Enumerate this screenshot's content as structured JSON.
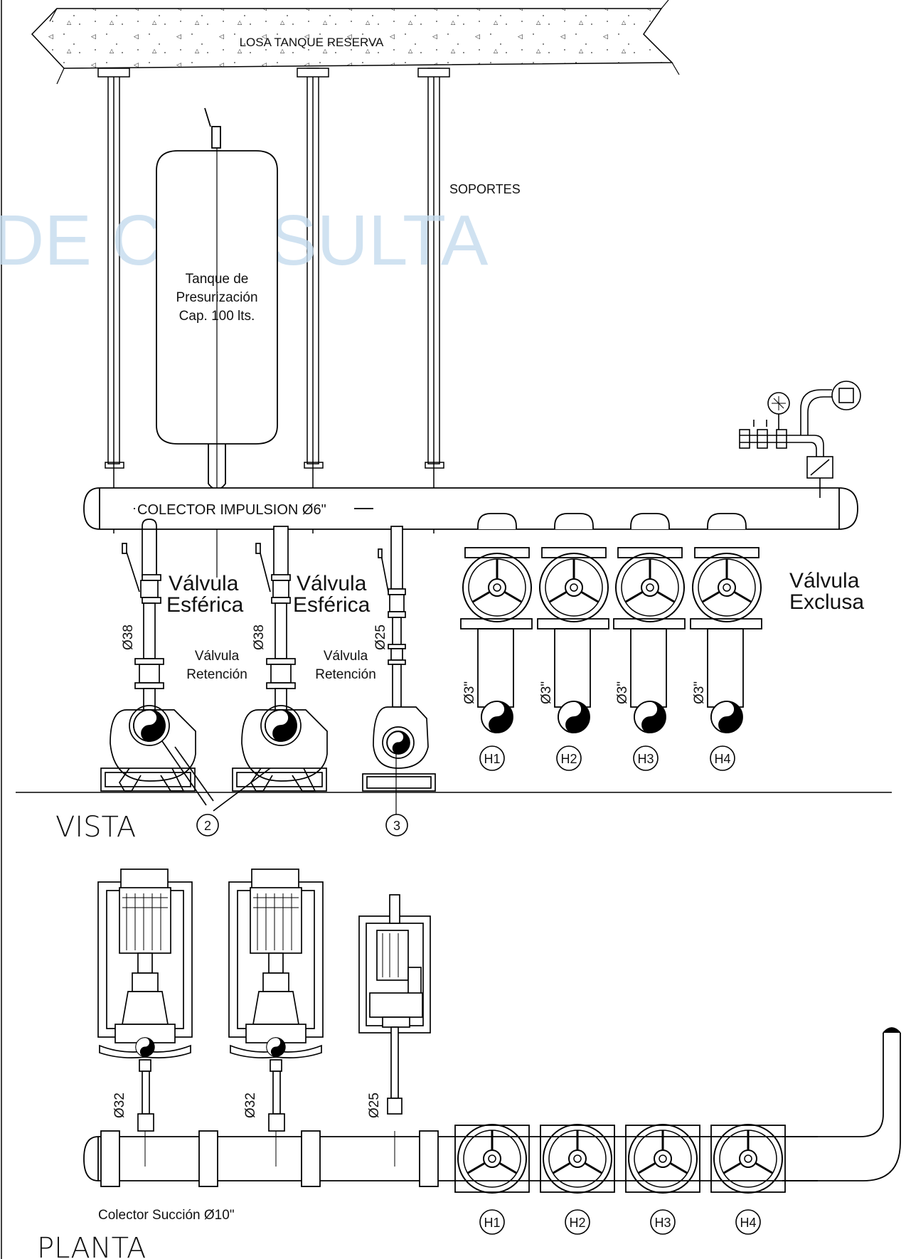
{
  "slab": {
    "label": "LOSA TANQUE RESERVA"
  },
  "supports": {
    "label": "SOPORTES"
  },
  "watermark": {
    "text": "DE CONSULTA"
  },
  "tank": {
    "line1": "Tanque de",
    "line2": "Presurización",
    "line3": "Cap. 100 lts."
  },
  "collector_top": {
    "label": "COLECTOR IMPULSION Ø6\""
  },
  "valve_ball": {
    "line1": "Válvula",
    "line2": "Esférica"
  },
  "valve_check": {
    "line1": "Válvula",
    "line2": "Retención"
  },
  "valve_gate": {
    "line1": "Válvula",
    "line2": "Exclusa"
  },
  "dims_view": {
    "pump1": "Ø38",
    "pump2": "Ø38",
    "pump3": "Ø25",
    "outlet": "Ø3\""
  },
  "hydrants": [
    "H1",
    "H2",
    "H3",
    "H4"
  ],
  "callouts": {
    "main_pumps": "2",
    "jockey": "3"
  },
  "section_view": "VISTA",
  "section_plan": "PLANTA",
  "dims_plan": {
    "pump1": "Ø32",
    "pump2": "Ø32",
    "pump3": "Ø25"
  },
  "collector_bottom": {
    "label": "Colector Succión Ø10\""
  }
}
